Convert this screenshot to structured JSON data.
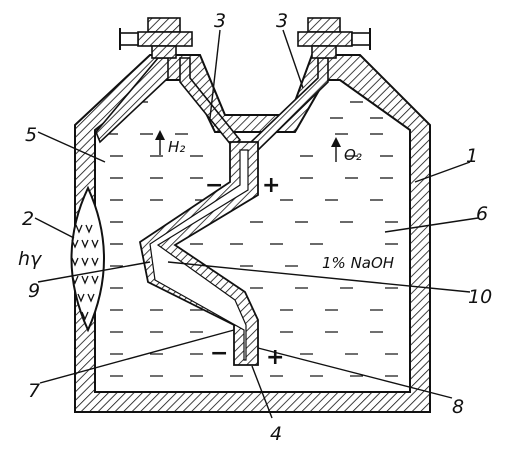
{
  "diagram": {
    "labels": {
      "housing": "1",
      "photo_window": "2",
      "gas_outlet_h2": "3",
      "gas_outlet_o2": "3",
      "membrane": "4",
      "cathode_chamber": "5",
      "anode_chamber": "6",
      "cathode_lead": "7",
      "anode_lead": "8",
      "photocathode_layer": "9",
      "photoanode_layer": "10"
    },
    "light": "hγ",
    "gas_left": "H₂",
    "gas_right": "O₂",
    "electrolyte": "1% NaOH",
    "signs": {
      "upper_left": "−",
      "upper_right": "+",
      "lower_left": "−",
      "lower_right": "+"
    }
  },
  "colors": {
    "ink": "#111111",
    "background": "#ffffff"
  }
}
